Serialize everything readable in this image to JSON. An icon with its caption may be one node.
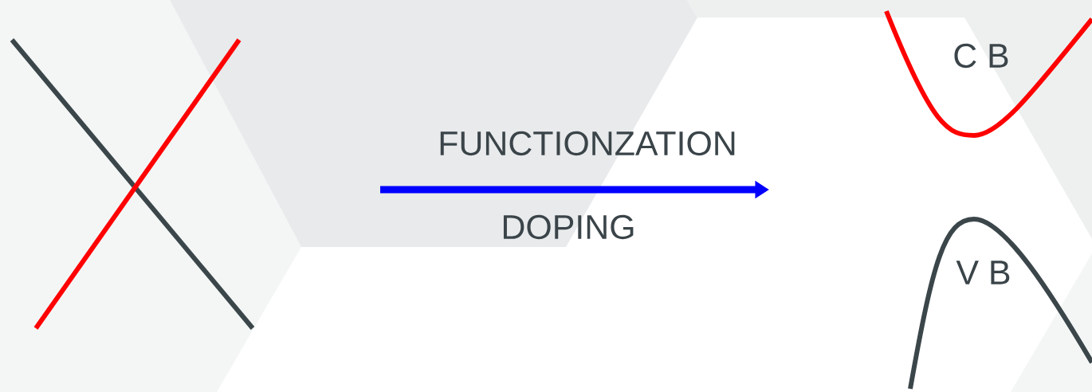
{
  "diagram": {
    "labels": [
      "FUNCTIONZATION",
      "DOPING",
      "C B",
      "V B"
    ]
  }
}
